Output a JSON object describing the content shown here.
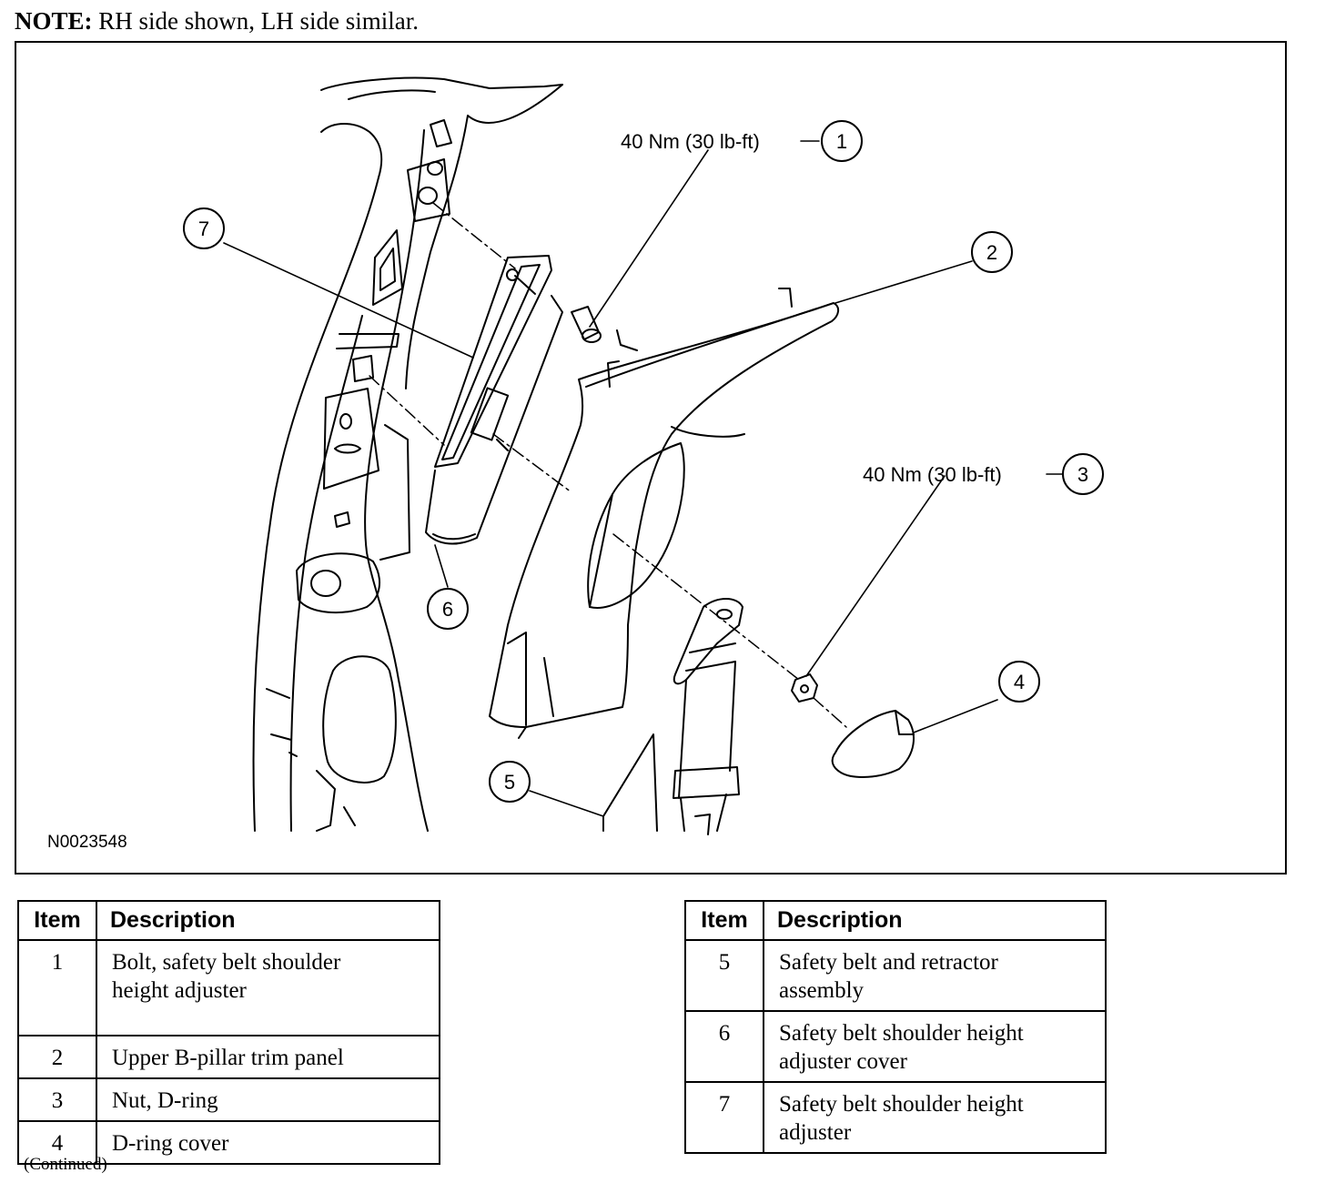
{
  "note": {
    "bold": "NOTE:",
    "text": " RH side shown, LH side similar."
  },
  "figure": {
    "id": "N0023548",
    "torque_1": "40 Nm (30 lb-ft)",
    "torque_3": "40 Nm (30 lb-ft)",
    "callouts": [
      "1",
      "2",
      "3",
      "4",
      "5",
      "6",
      "7"
    ]
  },
  "tables": {
    "header_item": "Item",
    "header_description": "Description",
    "left": [
      {
        "item": "1",
        "lines": [
          "Bolt, safety belt shoulder",
          "height adjuster"
        ]
      },
      {
        "item": "2",
        "lines": [
          "Upper B-pillar trim panel"
        ]
      },
      {
        "item": "3",
        "lines": [
          "Nut, D-ring"
        ]
      },
      {
        "item": "4",
        "lines": [
          "D-ring cover"
        ]
      }
    ],
    "right": [
      {
        "item": "5",
        "lines": [
          "Safety belt and retractor",
          "assembly"
        ]
      },
      {
        "item": "6",
        "lines": [
          "Safety belt shoulder height",
          "adjuster cover"
        ]
      },
      {
        "item": "7",
        "lines": [
          "Safety belt shoulder height",
          "adjuster"
        ]
      }
    ]
  },
  "continued": "(Continued)"
}
